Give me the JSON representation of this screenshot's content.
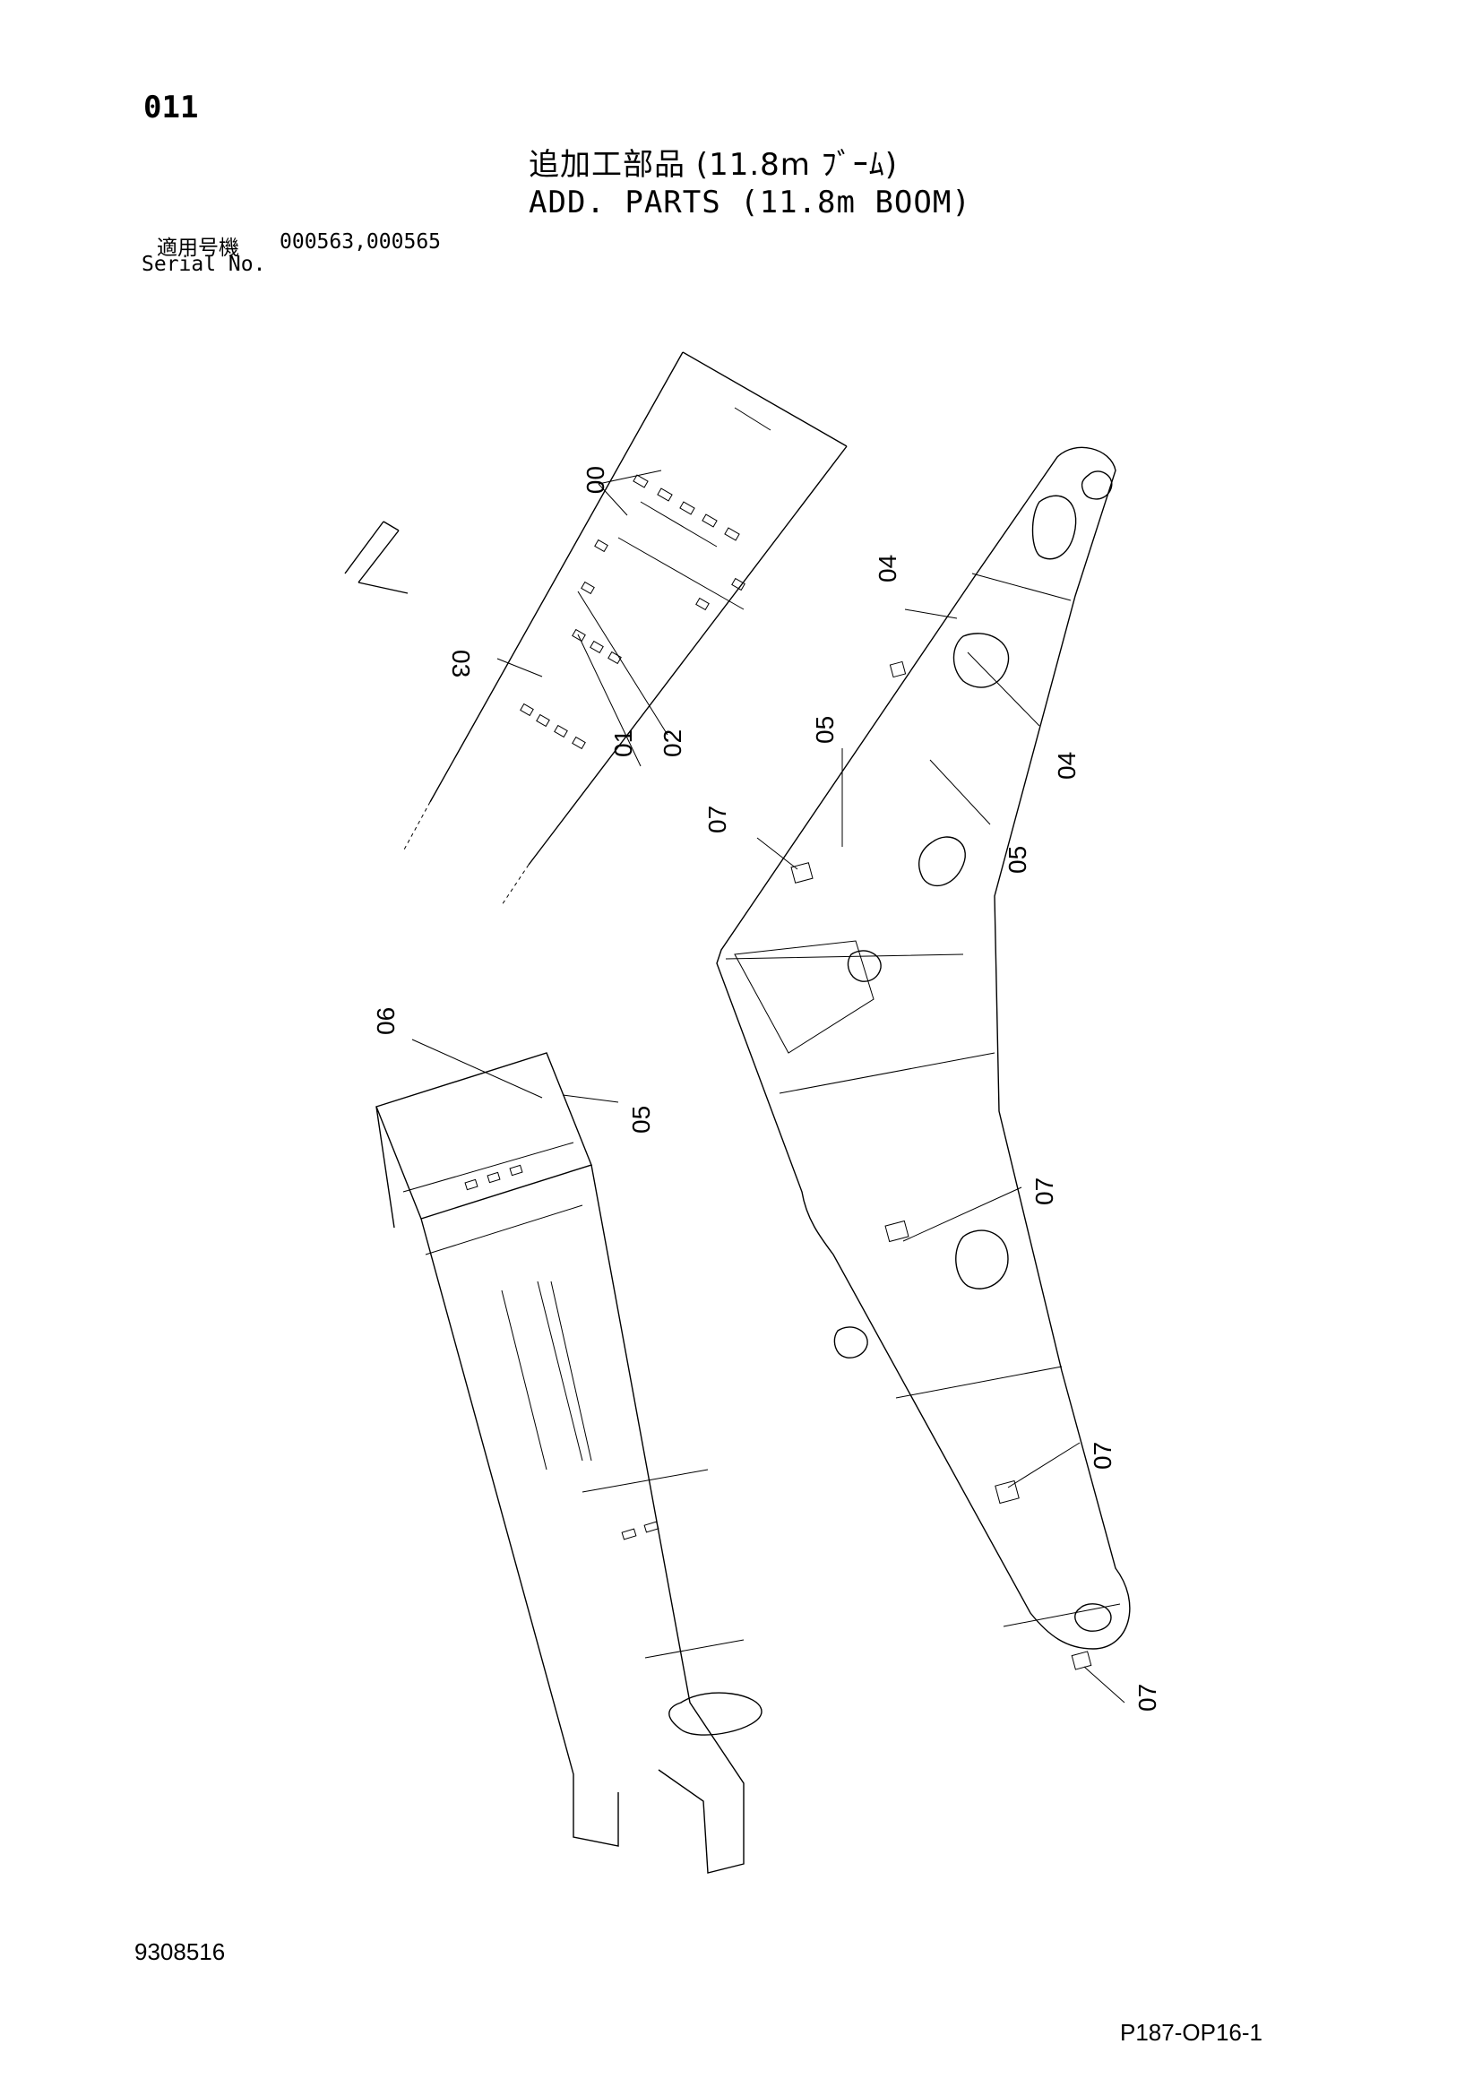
{
  "header": {
    "page_number": "011",
    "title_ja": "追加工部品 (11.8m ﾌﾞｰﾑ)",
    "title_en": "ADD. PARTS (11.8m BOOM)",
    "serial_label_ja": "適用号機",
    "serial_label_en": "Serial No.",
    "serial_numbers": "000563,000565"
  },
  "footer": {
    "drawing_number": "9308516",
    "page_code": "P187-OP16-1"
  },
  "callouts": {
    "c00": "00",
    "c01": "01",
    "c02": "02",
    "c03": "03",
    "c04a": "04",
    "c04b": "04",
    "c05a": "05",
    "c05b": "05",
    "c05c": "05",
    "c06": "06",
    "c07a": "07",
    "c07b": "07",
    "c07c": "07",
    "c07d": "07"
  }
}
